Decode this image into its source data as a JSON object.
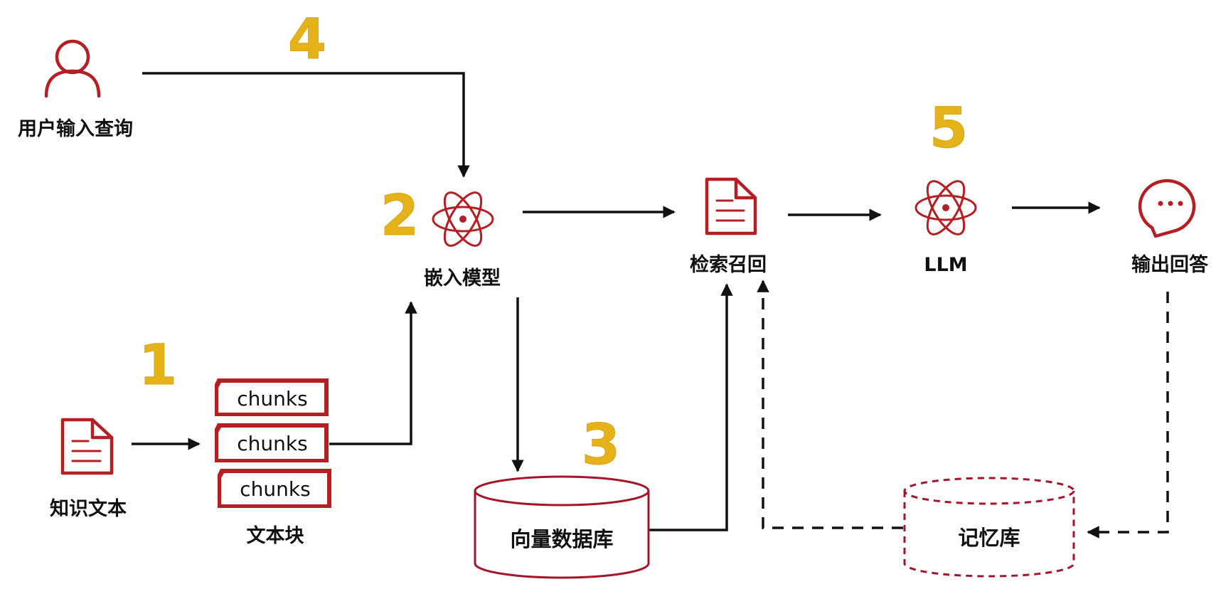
{
  "colors": {
    "accent_red": "#b51e22",
    "step_number_gold": "#e5b21a",
    "arrow": "#111111"
  },
  "nodes": {
    "user_query": {
      "label": "用户输入查询",
      "icon": "user-icon"
    },
    "embedding_model": {
      "label": "嵌入模型",
      "icon": "atom-icon"
    },
    "retrieval": {
      "label": "检索召回",
      "icon": "document-icon"
    },
    "llm": {
      "label": "LLM",
      "icon": "atom-icon"
    },
    "output_answer": {
      "label": "输出回答",
      "icon": "chat-bubble-icon"
    },
    "knowledge_text": {
      "label": "知识文本",
      "icon": "document-icon"
    },
    "text_chunks": {
      "label": "文本块",
      "items": [
        "chunks",
        "chunks",
        "chunks"
      ]
    },
    "vector_db": {
      "label": "向量数据库",
      "icon": "database-cylinder"
    },
    "memory": {
      "label": "记忆库",
      "icon": "database-cylinder-dashed"
    }
  },
  "steps": [
    "1",
    "2",
    "3",
    "4",
    "5"
  ]
}
